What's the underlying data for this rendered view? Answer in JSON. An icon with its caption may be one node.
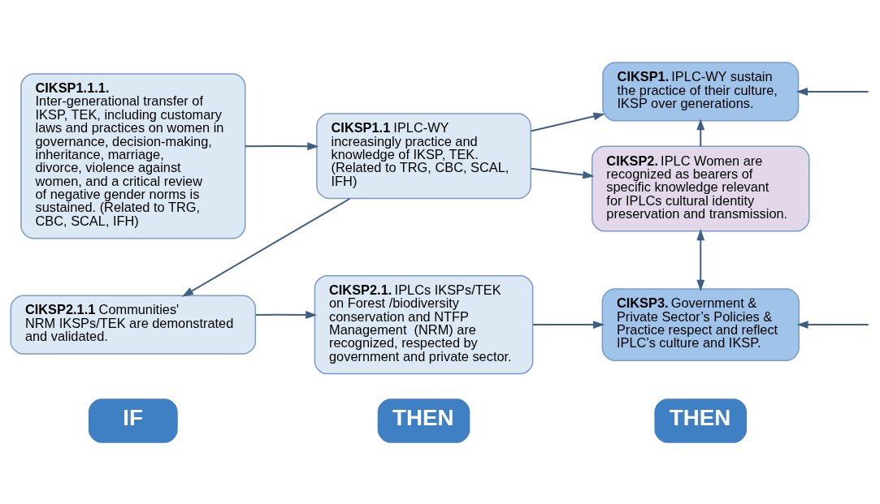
{
  "diagram": {
    "nodes": [
      {
        "text": [
          "IF"
        ]
      },
      {
        "text": [
          "THEN"
        ]
      },
      {
        "text": [
          "THEN"
        ]
      },
      {
        "text": [
          "**CIKSP1.1.1.** Inter-generational transfer of IKSP, TEK, including customary laws and practices on women in governance, decision-making, inheritance, marriage, divorce, violence against women, and a critical review of negative gender norms is sustained. (Related to TRG, CBC, SCAL, IFH)"
        ]
      },
      {
        "text": [
          "**CIKSP1.1** IPLC-WY increasingly practice and knowledge of IKSP, TEK. (Related to TRG, CBC, SCAL, IFH)"
        ]
      },
      {
        "text": [
          "**CIKSP1.** IPLC-WY sustain the practice of their culture, IKSP over generations."
        ]
      },
      {
        "text": [
          "**CIKSP2.** IPLC Women are recognized as bearers of specific knowledge relevant for IPLCs cultural identity preservation and transmission."
        ]
      },
      {
        "text": [
          "**CIKSP2.1.1** Communities' NRM IKSPs/TEK are demonstrated and validated."
        ]
      },
      {
        "text": [
          "**CIKSP2.1.** IPLCs IKSPs/TEK on Forest /biodiversity conservation and NTFP Management  (NRM) are recognized, respected by government and private sector."
        ]
      },
      {
        "text": [
          "**CIKSP3.** Government & Private Sector’s Policies & Practice respect and reflect IPLC’s culture and IKSP."
        ]
      }
    ],
    "edges": [
      {
        "from": 3,
        "to": 4,
        "arrow": "to"
      },
      {
        "from": 4,
        "to": 5,
        "arrow": "to"
      },
      {
        "from": 4,
        "to": 6,
        "arrow": "to"
      },
      {
        "from": 6,
        "to": 5,
        "arrow": "to"
      },
      {
        "from": 4,
        "to": 7,
        "arrow": "to"
      },
      {
        "from": 6,
        "to": 9,
        "arrow": "both"
      },
      {
        "from": 7,
        "to": 8,
        "arrow": "to"
      },
      {
        "from": 8,
        "to": 9,
        "arrow": "to"
      },
      {
        "from": null,
        "to": 5,
        "arrow": "to"
      },
      {
        "from": null,
        "to": 9,
        "arrow": "to"
      }
    ]
  }
}
